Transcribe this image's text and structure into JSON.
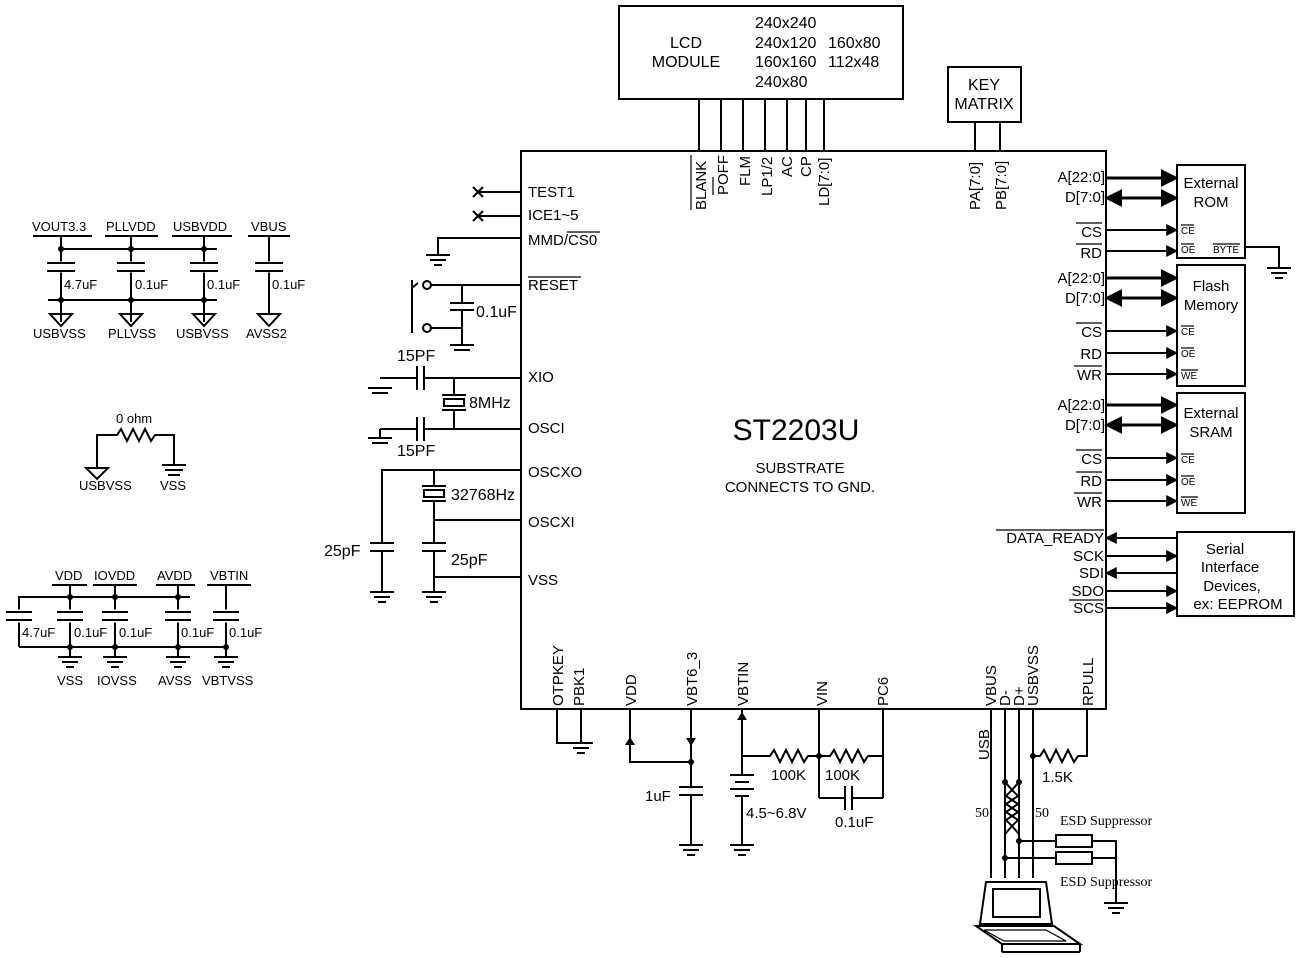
{
  "chip": {
    "name": "ST2203U",
    "note_line1": "SUBSTRATE",
    "note_line2": "CONNECTS TO GND."
  },
  "lcd": {
    "title_line1": "LCD",
    "title_line2": "MODULE",
    "res": [
      "240x240",
      "240x120",
      "160x80",
      "160x160",
      "112x48",
      "240x80"
    ]
  },
  "key_matrix": {
    "line1": "KEY",
    "line2": "MATRIX"
  },
  "top_pins": [
    "BLANK",
    "POFF",
    "FLM",
    "LP1/2",
    "AC",
    "CP",
    "LD[7:0]",
    "PA[7:0]",
    "PB[7:0]"
  ],
  "left_pins": [
    "TEST1",
    "ICE1~5",
    "MMD/CS0",
    "RESET",
    "XIO",
    "OSCI",
    "OSCXO",
    "OSCXI",
    "VSS"
  ],
  "bottom_pins": [
    "OTPKEY",
    "PBK1",
    "VDD",
    "VBT6_3",
    "VBTIN",
    "VIN",
    "PC6",
    "VBUS",
    "D-",
    "D+",
    "USBVSS",
    "RPULL"
  ],
  "right_pins": {
    "rom": [
      "A[22:0]",
      "D[7:0]",
      "CS",
      "RD"
    ],
    "flash": [
      "A[22:0]",
      "D[7:0]",
      "CS",
      "RD",
      "WR"
    ],
    "sram": [
      "A[22:0]",
      "D[7:0]",
      "CS",
      "RD",
      "WR"
    ],
    "serial": [
      "DATA_READY",
      "SCK",
      "SDI",
      "SDO",
      "SCS"
    ]
  },
  "ext_rom": {
    "line1": "External",
    "line2": "ROM",
    "pins": [
      "CE",
      "OE",
      "BYTE"
    ]
  },
  "flash_mem": {
    "line1": "Flash",
    "line2": "Memory",
    "pins": [
      "CE",
      "OE",
      "WE"
    ]
  },
  "ext_sram": {
    "line1": "External",
    "line2": "SRAM",
    "pins": [
      "CE",
      "OE",
      "WE"
    ]
  },
  "serial_dev": {
    "line1": "Serial",
    "line2": "Interface",
    "line3": "Devices,",
    "line4": "ex: EEPROM"
  },
  "left_components": {
    "reset_cap": "0.1uF",
    "xio_cap": "15PF",
    "osci_cap": "15PF",
    "crystal1": "8MHz",
    "crystal2": "32768Hz",
    "cap_25a": "25pF",
    "cap_25b": "25pF"
  },
  "bottom_components": {
    "cap_1u": "1uF",
    "battery": "4.5~6.8V",
    "r1": "100K",
    "r2": "100K",
    "cap_vin": "0.1uF",
    "r_pull": "1.5K",
    "usb": "USB",
    "r50a": "50",
    "r50b": "50",
    "esd1": "ESD Suppressor",
    "esd2": "ESD Suppressor"
  },
  "power_block1": {
    "rails": [
      "VOUT3.3",
      "PLLVDD",
      "USBVDD",
      "VBUS"
    ],
    "caps": [
      "4.7uF",
      "0.1uF",
      "0.1uF",
      "0.1uF"
    ],
    "grounds": [
      "USBVSS",
      "PLLVSS",
      "USBVSS",
      "AVSS2"
    ]
  },
  "zero_ohm": {
    "value": "0 ohm",
    "left": "USBVSS",
    "right": "VSS"
  },
  "power_block2": {
    "rails": [
      "VDD",
      "IOVDD",
      "AVDD",
      "VBTIN"
    ],
    "caps": [
      "4.7uF",
      "0.1uF",
      "0.1uF",
      "0.1uF",
      "0.1uF"
    ],
    "grounds": [
      "VSS",
      "IOVSS",
      "AVSS",
      "VBTVSS"
    ]
  }
}
